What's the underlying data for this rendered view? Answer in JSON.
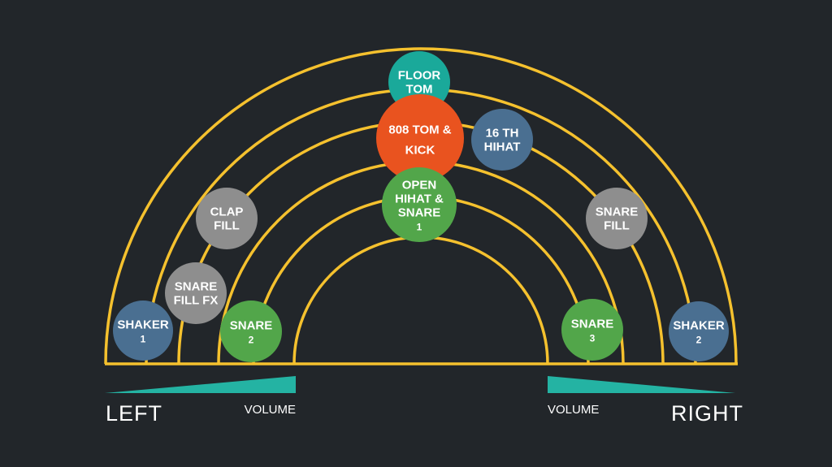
{
  "colors": {
    "background": "#22262a",
    "arc": "#f5c12e",
    "teal": "#1aa99a",
    "orange": "#e9531f",
    "green": "#52a64a",
    "blue": "#4a6f91",
    "gray": "#8e8e8e",
    "ramp": "#24b3a3"
  },
  "labels": {
    "left": "LEFT",
    "right": "RIGHT",
    "volume_left": "VOLUME",
    "volume_right": "VOLUME"
  },
  "nodes": [
    {
      "id": "floor-tom",
      "lines": [
        "FLOOR",
        "TOM"
      ],
      "sub": "",
      "color": "teal"
    },
    {
      "id": "808-tom-kick",
      "lines": [
        "808 TOM &",
        "KICK"
      ],
      "sub": "",
      "color": "orange"
    },
    {
      "id": "16th-hihat",
      "lines": [
        "16 TH",
        "HIHAT"
      ],
      "sub": "",
      "color": "blue"
    },
    {
      "id": "open-hihat-snare",
      "lines": [
        "OPEN",
        "HIHAT &",
        "SNARE"
      ],
      "sub": "1",
      "color": "green"
    },
    {
      "id": "clap-fill",
      "lines": [
        "CLAP",
        "FILL"
      ],
      "sub": "",
      "color": "gray"
    },
    {
      "id": "snare-fill",
      "lines": [
        "SNARE",
        "FILL"
      ],
      "sub": "",
      "color": "gray"
    },
    {
      "id": "snare-fill-fx",
      "lines": [
        "SNARE",
        "FILL FX"
      ],
      "sub": "",
      "color": "gray"
    },
    {
      "id": "shaker-1",
      "lines": [
        "SHAKER"
      ],
      "sub": "1",
      "color": "blue"
    },
    {
      "id": "snare-2",
      "lines": [
        "SNARE"
      ],
      "sub": "2",
      "color": "green"
    },
    {
      "id": "snare-3",
      "lines": [
        "SNARE"
      ],
      "sub": "3",
      "color": "green"
    },
    {
      "id": "shaker-2",
      "lines": [
        "SHAKER"
      ],
      "sub": "2",
      "color": "blue"
    }
  ]
}
